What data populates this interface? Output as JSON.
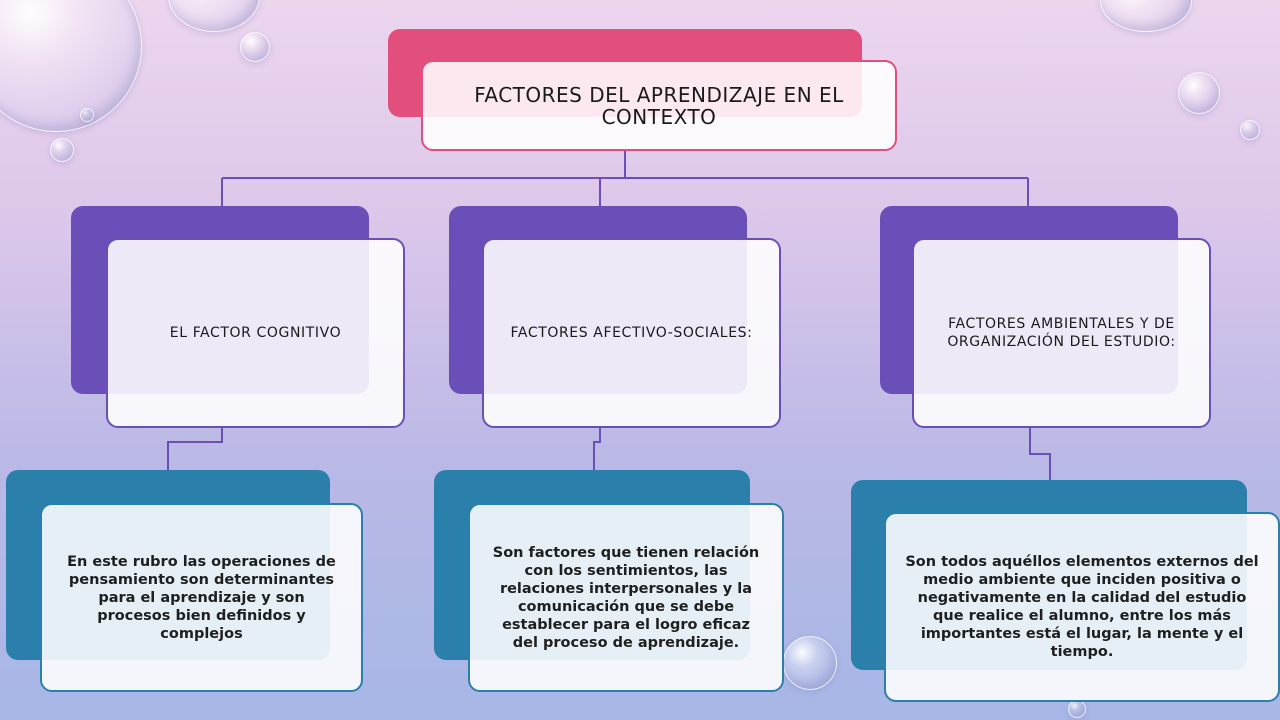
{
  "colors": {
    "title_back": "#e34f7c",
    "title_border": "#e34f7c",
    "category_back": "#6a4fb9",
    "category_border": "#6a4fb9",
    "desc_back": "#2b7fab",
    "desc_border": "#2b7fab",
    "connector": "#6a4fb9"
  },
  "root": {
    "label": "FACTORES DEL APRENDIZAJE  EN EL CONTEXTO"
  },
  "categories": [
    {
      "label": "EL FACTOR COGNITIVO",
      "description": "En este rubro las operaciones de pensamiento son determinantes para el aprendizaje y son procesos bien definidos y complejos"
    },
    {
      "label": "FACTORES AFECTIVO-SOCIALES:",
      "description": "Son factores que tienen relación con los sentimientos, las relaciones interpersonales y la comunicación que se debe establecer para el logro eficaz del proceso de aprendizaje."
    },
    {
      "label": "FACTORES AMBIENTALES Y DE ORGANIZACIÓN DEL ESTUDIO:",
      "description": "Son todos aquéllos elementos externos del medio ambiente que inciden positiva o negativamente en la calidad del estudio que realice el alumno, entre los más importantes está el lugar, la mente y el tiempo."
    }
  ]
}
